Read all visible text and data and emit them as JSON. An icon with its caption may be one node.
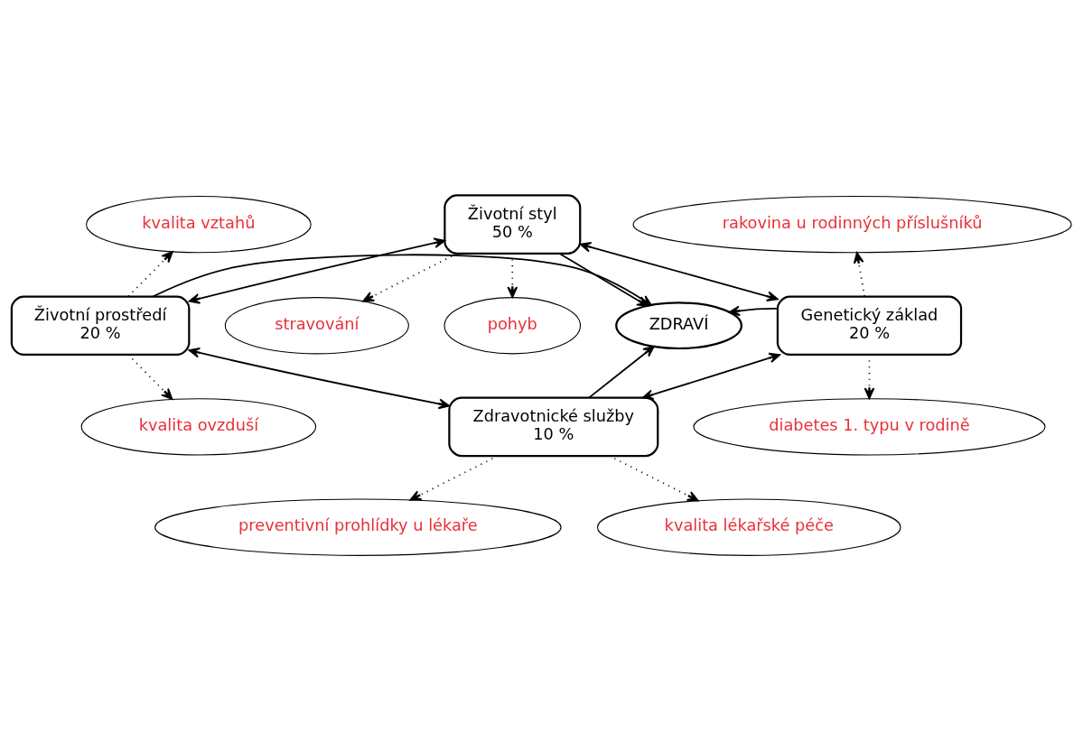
{
  "diagram": {
    "nodes": [
      {
        "text": [
          "Životní styl",
          "50 %"
        ]
      },
      {
        "text": [
          "ZDRAVÍ"
        ]
      },
      {
        "text": [
          "Životní prostředí",
          "20 %"
        ]
      },
      {
        "text": [
          "Genetický základ",
          "20 %"
        ]
      },
      {
        "text": [
          "Zdravotnické služby",
          "10 %"
        ]
      },
      {
        "text": [
          "stravování"
        ]
      },
      {
        "text": [
          "pohyb"
        ]
      },
      {
        "text": [
          "kvalita vztahů"
        ]
      },
      {
        "text": [
          "kvalita ovzduší"
        ]
      },
      {
        "text": [
          "rakovina u rodinných příslušníků"
        ]
      },
      {
        "text": [
          "diabetes 1. typu v rodině"
        ]
      },
      {
        "text": [
          "preventivní prohlídky u lékaře"
        ]
      },
      {
        "text": [
          "kvalita lékařské péče"
        ]
      }
    ],
    "edges": [
      {
        "from": 0,
        "to": 1,
        "arrow": "to"
      },
      {
        "from": 2,
        "to": 1,
        "arrow": "to"
      },
      {
        "from": 3,
        "to": 1,
        "arrow": "to"
      },
      {
        "from": 4,
        "to": 1,
        "arrow": "to"
      },
      {
        "from": 0,
        "to": 2,
        "arrow": "both"
      },
      {
        "from": 0,
        "to": 3,
        "arrow": "both"
      },
      {
        "from": 2,
        "to": 4,
        "arrow": "both"
      },
      {
        "from": 3,
        "to": 4,
        "arrow": "both"
      },
      {
        "from": 0,
        "to": 5,
        "arrow": "to",
        "style": "dashed"
      },
      {
        "from": 0,
        "to": 6,
        "arrow": "to",
        "style": "dashed"
      },
      {
        "from": 2,
        "to": 7,
        "arrow": "to",
        "style": "dashed"
      },
      {
        "from": 2,
        "to": 8,
        "arrow": "to",
        "style": "dashed"
      },
      {
        "from": 3,
        "to": 9,
        "arrow": "to",
        "style": "dashed"
      },
      {
        "from": 3,
        "to": 10,
        "arrow": "to",
        "style": "dashed"
      },
      {
        "from": 4,
        "to": 11,
        "arrow": "to",
        "style": "dashed"
      },
      {
        "from": 4,
        "to": 12,
        "arrow": "to",
        "style": "dashed"
      }
    ]
  }
}
